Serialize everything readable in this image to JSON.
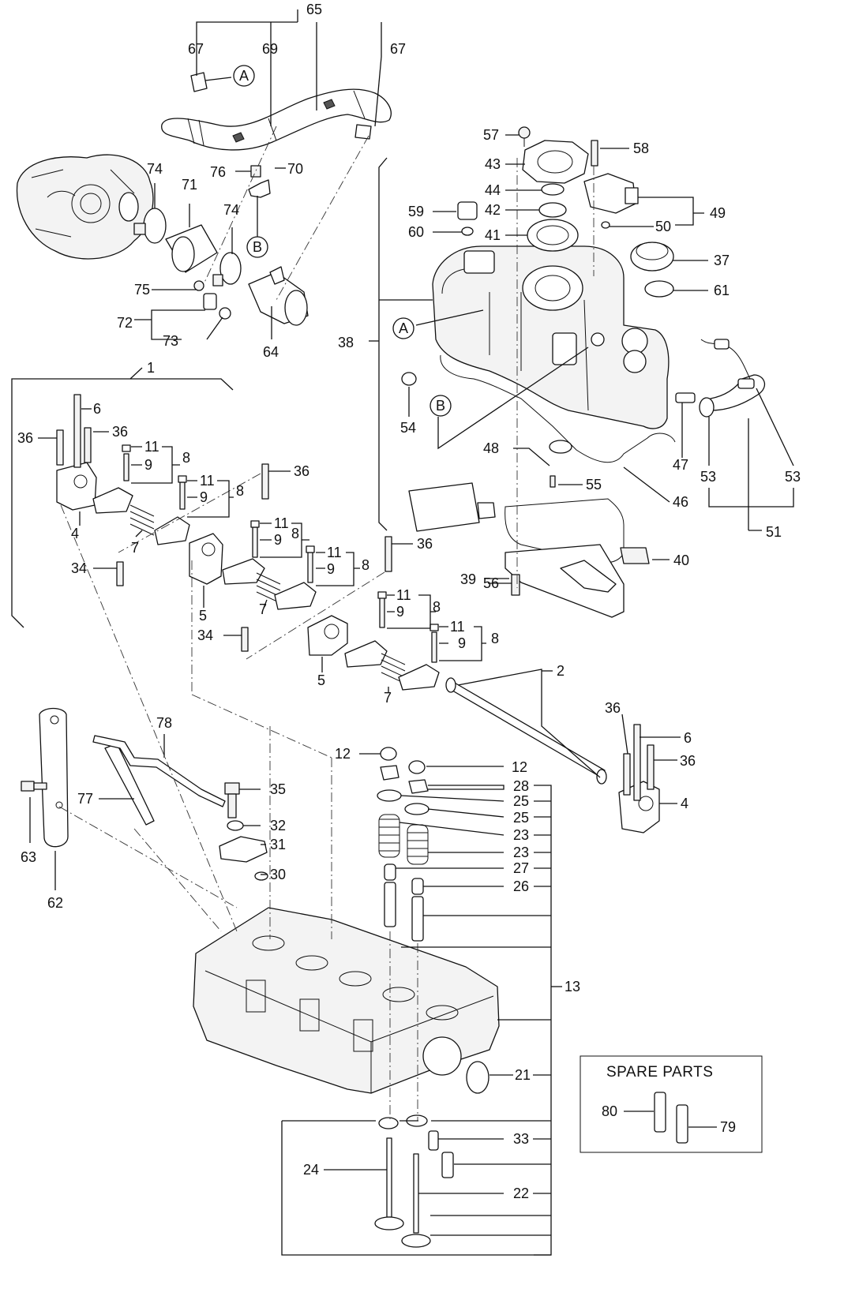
{
  "callouts": {
    "c1": "1",
    "c2": "2",
    "c4a": "4",
    "c4b": "4",
    "c5a": "5",
    "c5b": "5",
    "c6a": "6",
    "c6b": "6",
    "c7a": "7",
    "c7b": "7",
    "c7c": "7",
    "c8a": "8",
    "c8b": "8",
    "c8c": "8",
    "c8d": "8",
    "c8e": "8",
    "c9a": "9",
    "c9b": "9",
    "c9c": "9",
    "c9d": "9",
    "c9e": "9",
    "c11a": "11",
    "c11b": "11",
    "c11c": "11",
    "c11d": "11",
    "c11e": "11",
    "c12a": "12",
    "c12b": "12",
    "c13": "13",
    "c21": "21",
    "c22": "22",
    "c23a": "23",
    "c23b": "23",
    "c24": "24",
    "c25a": "25",
    "c25b": "25",
    "c26": "26",
    "c27": "27",
    "c28": "28",
    "c30": "30",
    "c31": "31",
    "c32": "32",
    "c33": "33",
    "c34a": "34",
    "c34b": "34",
    "c35": "35",
    "c36a": "36",
    "c36b": "36",
    "c36c": "36",
    "c36d": "36",
    "c36e": "36",
    "c36f": "36",
    "c37": "37",
    "c38": "38",
    "c39": "39",
    "c40": "40",
    "c41": "41",
    "c42": "42",
    "c43": "43",
    "c44": "44",
    "c46": "46",
    "c47": "47",
    "c48": "48",
    "c49": "49",
    "c50": "50",
    "c51": "51",
    "c53a": "53",
    "c53b": "53",
    "c54": "54",
    "c55": "55",
    "c56": "56",
    "c57": "57",
    "c58": "58",
    "c59": "59",
    "c60": "60",
    "c61": "61",
    "c62": "62",
    "c63": "63",
    "c64": "64",
    "c65": "65",
    "c67a": "67",
    "c67b": "67",
    "c69": "69",
    "c70": "70",
    "c71": "71",
    "c72": "72",
    "c73": "73",
    "c74a": "74",
    "c74b": "74",
    "c75": "75",
    "c76": "76",
    "c77": "77",
    "c78": "78",
    "c79": "79",
    "c80": "80"
  },
  "refs": {
    "a1": "A",
    "a2": "A",
    "b1": "B",
    "b2": "B"
  },
  "spare_parts": {
    "title": "SPARE   PARTS"
  }
}
